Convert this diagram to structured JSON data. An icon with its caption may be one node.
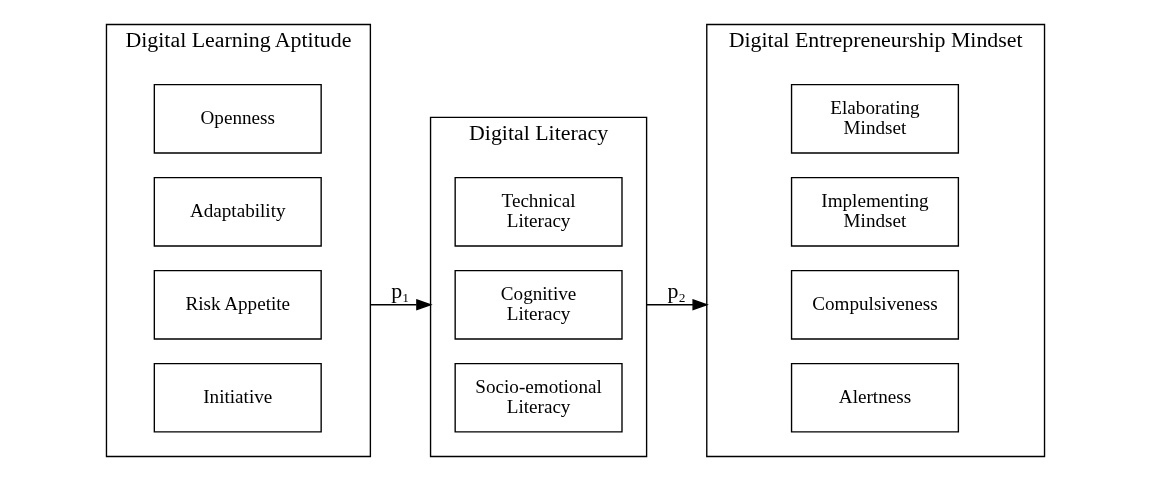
{
  "diagram": {
    "nodes": [
      {
        "text": [
          "Digital Learning Aptitude"
        ]
      },
      {
        "text": [
          "Openness"
        ],
        "in": 0
      },
      {
        "text": [
          "Adaptability"
        ],
        "in": 0
      },
      {
        "text": [
          "Risk Appetite"
        ],
        "in": 0
      },
      {
        "text": [
          "Initiative"
        ],
        "in": 0
      },
      {
        "text": [
          "Digital Literacy"
        ]
      },
      {
        "text": [
          "Technical Literacy"
        ],
        "in": 5
      },
      {
        "text": [
          "Cognitive Literacy"
        ],
        "in": 5
      },
      {
        "text": [
          "Socio-emotional Literacy"
        ],
        "in": 5
      },
      {
        "text": [
          "Digital Entrepreneurship Mindset"
        ]
      },
      {
        "text": [
          "Elaborating Mindset"
        ],
        "in": 9
      },
      {
        "text": [
          "Implementing Mindset"
        ],
        "in": 9
      },
      {
        "text": [
          "Compulsiveness"
        ],
        "in": 9
      },
      {
        "text": [
          "Alertness"
        ],
        "in": 9
      }
    ],
    "edges": [
      {
        "from": 0,
        "to": 5,
        "arrow": "to",
        "label": "p₁"
      },
      {
        "from": 5,
        "to": 9,
        "arrow": "to",
        "label": "p₂"
      }
    ]
  }
}
